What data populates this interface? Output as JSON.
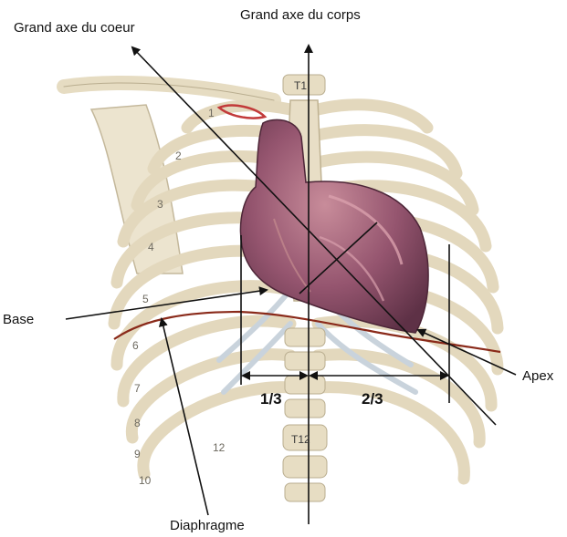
{
  "labels": {
    "axe_coeur": "Grand axe du coeur",
    "axe_corps": "Grand axe du corps",
    "base": "Base",
    "apex": "Apex",
    "diaphragme": "Diaphragme",
    "one_third": "1/3",
    "two_thirds": "2/3"
  },
  "vertebrae": {
    "top": "T1",
    "bottom": "T12"
  },
  "rib_numbers": [
    "1",
    "2",
    "3",
    "4",
    "5",
    "6",
    "7",
    "8",
    "9",
    "10",
    "12"
  ],
  "colors": {
    "bone": "#e6dcc2",
    "bone_edge": "#b9ad8f",
    "cartilage": "#c9d3dc",
    "heart": "#8a4a66",
    "heart_light": "#b87a8a",
    "diaphragm": "#8a2a1a",
    "line": "#111111"
  }
}
